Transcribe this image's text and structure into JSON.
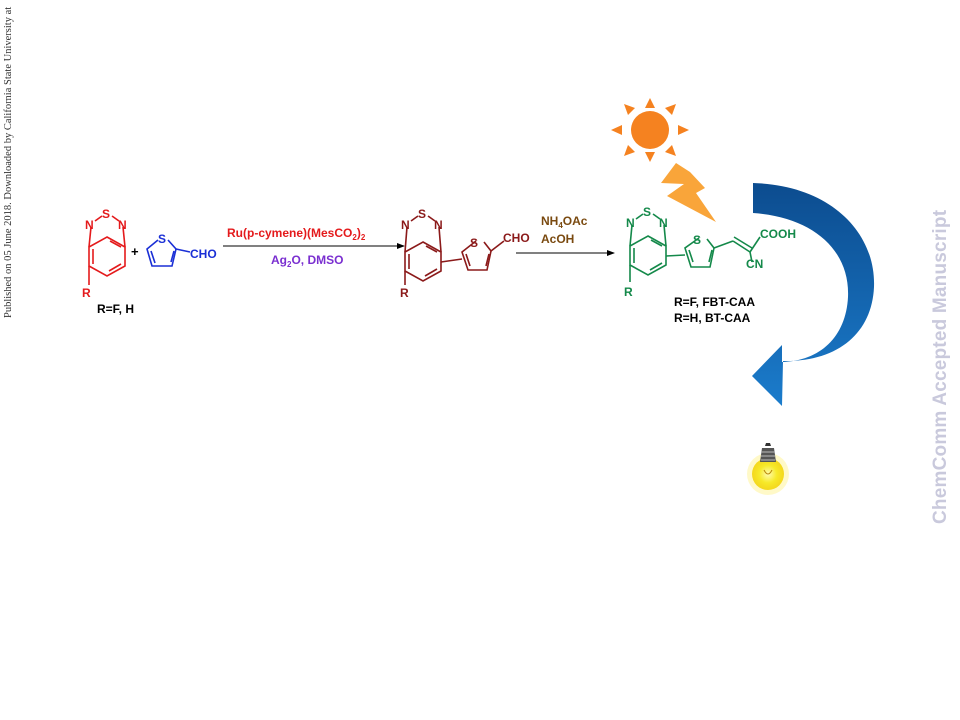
{
  "side_note": "Published on 05 June 2018. Downloaded by California State University at",
  "watermark": "ChemComm Accepted Manuscript",
  "colors": {
    "reactant": "#e41a1c",
    "thiophene": "#1a2fd6",
    "intermediate": "#8b1a1a",
    "product": "#14894a",
    "reagent_top": "#e41a1c",
    "reagent_bottom": "#7a2fd0",
    "reagent2": "#7a4a10",
    "sun": "#f58220",
    "arrow_dark": "#0c4c8f",
    "arrow_light": "#1b75c4",
    "bulb": "#f5e400"
  },
  "reactant": {
    "ring_atoms": [
      "S",
      "N",
      "N"
    ],
    "substituent": "R",
    "caption": "R=F, H",
    "plus": "+"
  },
  "thiophene": {
    "ring_atom": "S",
    "group": "CHO"
  },
  "step1": {
    "reagent_top_main": "Ru(p-cymene)(MesCO",
    "reagent_top_sub": "2",
    "reagent_top_end": ")",
    "reagent_top_sub2": "2",
    "reagent_bottom_main": "Ag",
    "reagent_bottom_sub": "2",
    "reagent_bottom_end": "O, DMSO"
  },
  "intermediate": {
    "ring_atoms": [
      "S",
      "N",
      "N"
    ],
    "thiophene_atom": "S",
    "substituent": "R",
    "group": "CHO"
  },
  "step2": {
    "reagent_line1_a": "NH",
    "reagent_line1_sub": "4",
    "reagent_line1_b": "OAc",
    "reagent_line2": "AcOH"
  },
  "product": {
    "ring_atoms": [
      "S",
      "N",
      "N"
    ],
    "thiophene_atom": "S",
    "substituent": "R",
    "acid": "COOH",
    "nitrile": "CN",
    "caption_1": "R=F, FBT-CAA",
    "caption_2": "R=H, BT-CAA"
  },
  "icons": [
    "sun-icon",
    "lightning-icon",
    "curved-arrow-icon",
    "light-bulb-icon"
  ]
}
